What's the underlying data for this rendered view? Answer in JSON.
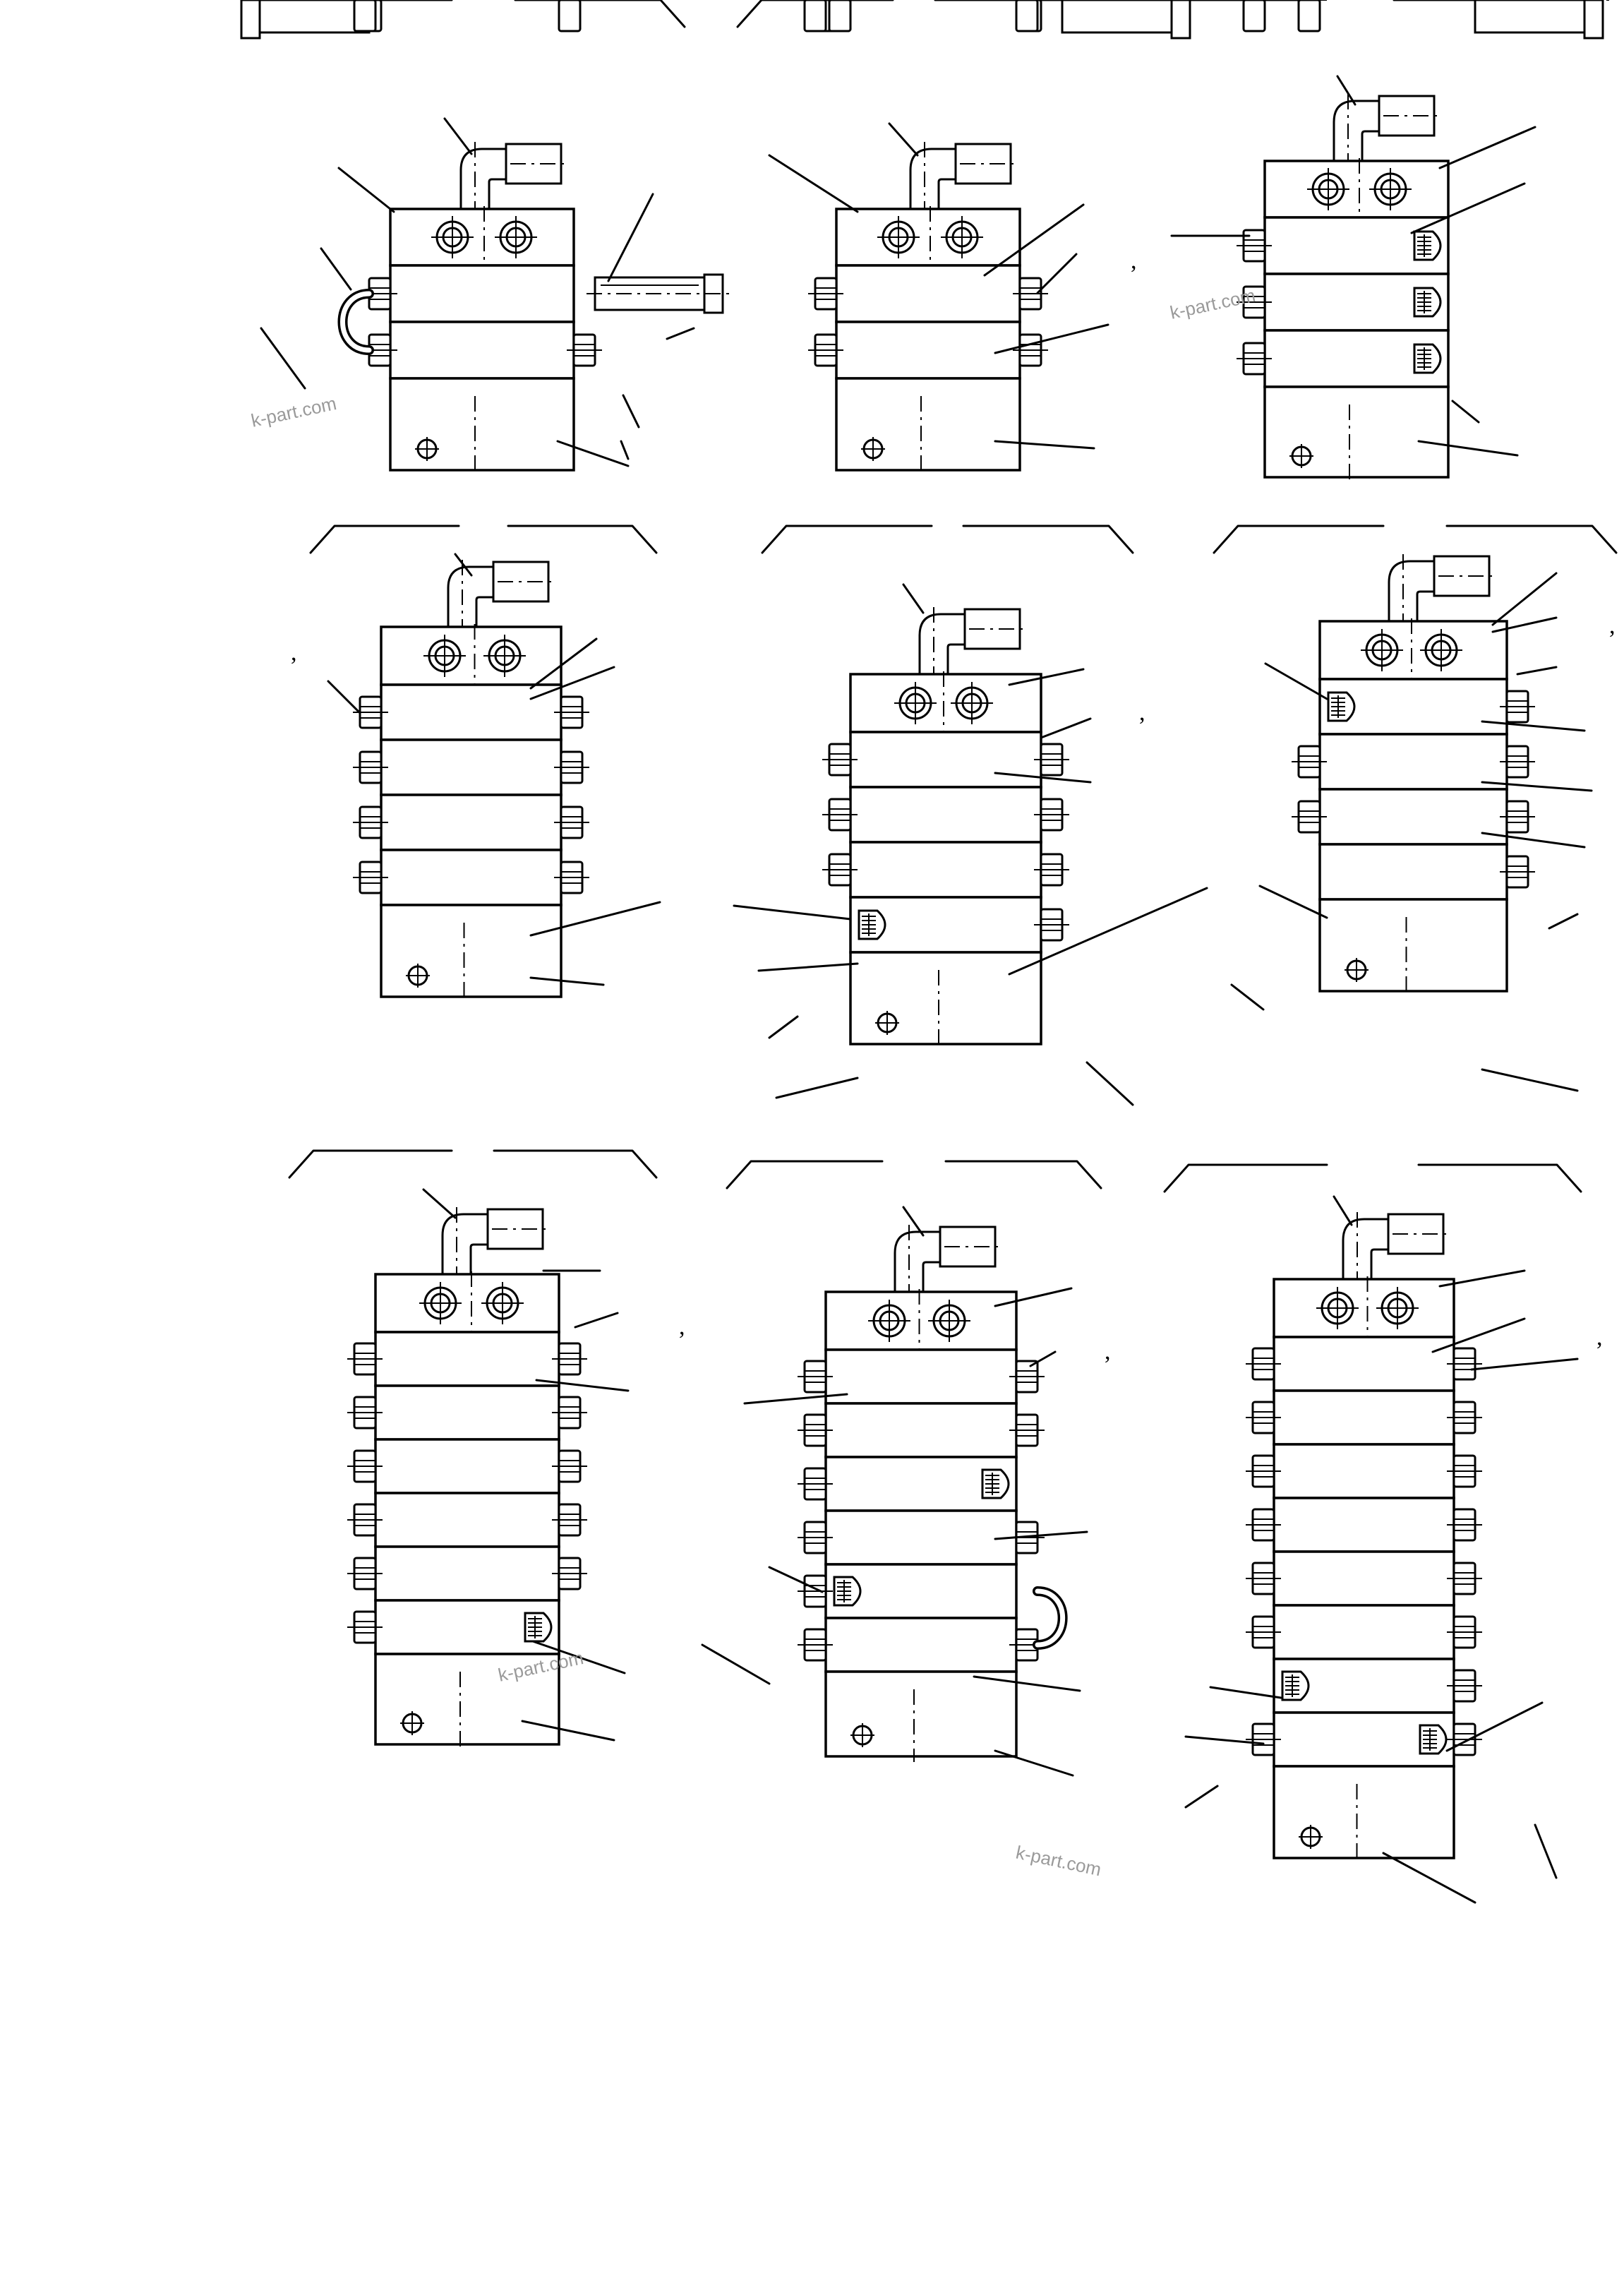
{
  "commas": [
    ",",
    ",",
    ",",
    ",",
    ",",
    ",",
    ",",
    ","
  ],
  "watermarks": [
    "k-part.com",
    "k-part.com",
    "k-part.com",
    "k-part.com"
  ]
}
